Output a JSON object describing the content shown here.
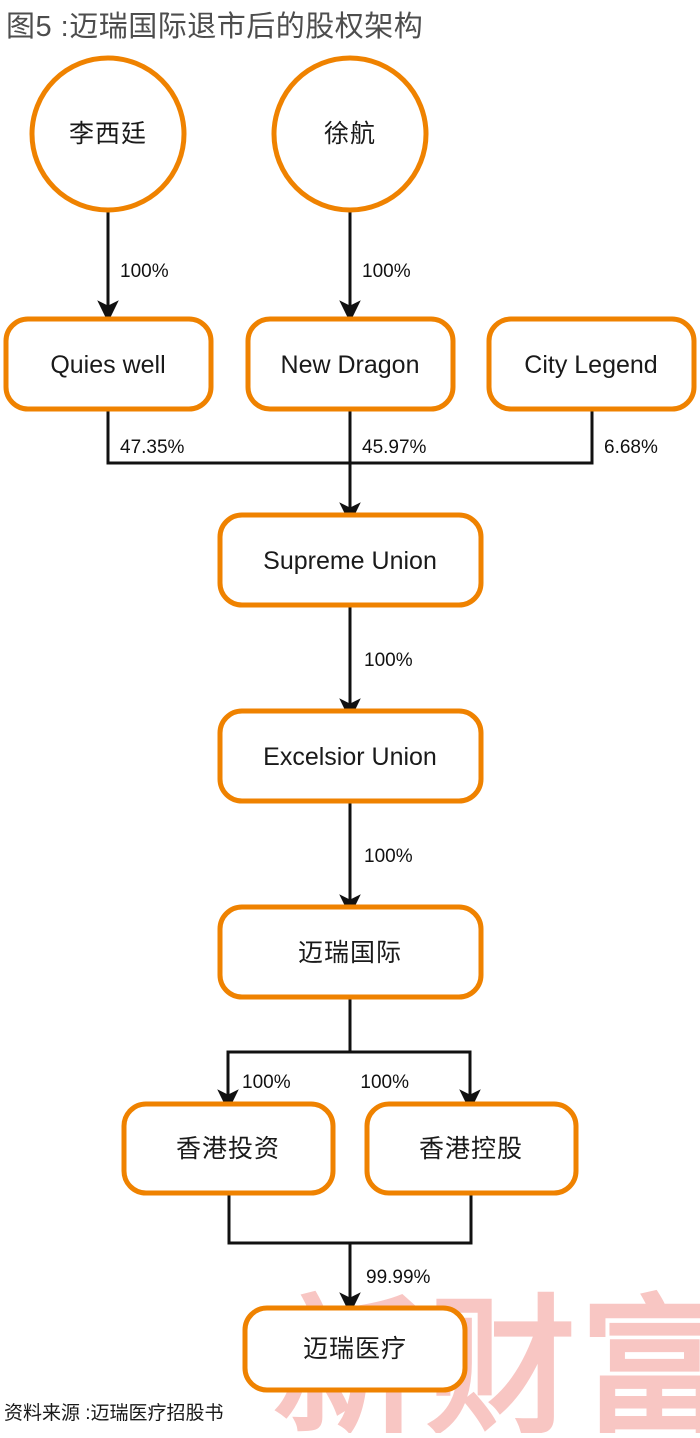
{
  "figure": {
    "title": "图5 :迈瑞国际退市后的股权架构",
    "source_note": "资料来源 :迈瑞医疗招股书",
    "watermark": "新财富",
    "colors": {
      "node_border": "#ef8200",
      "node_fill": "#ffffff",
      "connector": "#111111",
      "title": "#4d4d4d",
      "watermark": "#f8c6c3",
      "label": "#1a1a1a"
    }
  },
  "chart_data": {
    "type": "diagram",
    "title": "图5 :迈瑞国际退市后的股权架构",
    "nodes": [
      {
        "id": "lixiting",
        "label": "李西廷",
        "shape": "circle"
      },
      {
        "id": "xuhang",
        "label": "徐航",
        "shape": "circle"
      },
      {
        "id": "quies_well",
        "label": "Quies well",
        "shape": "rounded-rect"
      },
      {
        "id": "new_dragon",
        "label": "New Dragon",
        "shape": "rounded-rect"
      },
      {
        "id": "city_legend",
        "label": "City Legend",
        "shape": "rounded-rect"
      },
      {
        "id": "supreme_union",
        "label": "Supreme Union",
        "shape": "rounded-rect"
      },
      {
        "id": "excelsior_union",
        "label": "Excelsior Union",
        "shape": "rounded-rect"
      },
      {
        "id": "mindray_intl",
        "label": "迈瑞国际",
        "shape": "rounded-rect"
      },
      {
        "id": "hk_investment",
        "label": "香港投资",
        "shape": "rounded-rect"
      },
      {
        "id": "hk_holding",
        "label": "香港控股",
        "shape": "rounded-rect"
      },
      {
        "id": "mindray_medical",
        "label": "迈瑞医疗",
        "shape": "rounded-rect"
      }
    ],
    "edges": [
      {
        "from": "lixiting",
        "to": "quies_well",
        "label": "100%"
      },
      {
        "from": "xuhang",
        "to": "new_dragon",
        "label": "100%"
      },
      {
        "from": "quies_well",
        "to": "supreme_union",
        "label": "47.35%"
      },
      {
        "from": "new_dragon",
        "to": "supreme_union",
        "label": "45.97%"
      },
      {
        "from": "city_legend",
        "to": "supreme_union",
        "label": "6.68%"
      },
      {
        "from": "supreme_union",
        "to": "excelsior_union",
        "label": "100%"
      },
      {
        "from": "excelsior_union",
        "to": "mindray_intl",
        "label": "100%"
      },
      {
        "from": "mindray_intl",
        "to": "hk_investment",
        "label": "100%"
      },
      {
        "from": "mindray_intl",
        "to": "hk_holding",
        "label": "100%"
      },
      {
        "from": "hk_investment",
        "to": "mindray_medical",
        "label": "99.99%"
      },
      {
        "from": "hk_holding",
        "to": "mindray_medical",
        "label": "99.99%"
      }
    ]
  },
  "labels": {
    "lixiting": "李西廷",
    "xuhang": "徐航",
    "quies_well": "Quies well",
    "new_dragon": "New Dragon",
    "city_legend": "City Legend",
    "supreme_union": "Supreme Union",
    "excelsior_union": "Excelsior Union",
    "mindray_intl": "迈瑞国际",
    "hk_investment": "香港投资",
    "hk_holding": "香港控股",
    "mindray_medical": "迈瑞医疗"
  },
  "edge_labels": {
    "lixiting_quies": "100%",
    "xuhang_dragon": "100%",
    "quies_supreme": "47.35%",
    "dragon_supreme": "45.97%",
    "citylegend_supreme": "6.68%",
    "supreme_excelsior": "100%",
    "excelsior_mindray": "100%",
    "mindray_hkinv": "100%",
    "mindray_hkhold": "100%",
    "hk_mindraymed": "99.99%"
  }
}
